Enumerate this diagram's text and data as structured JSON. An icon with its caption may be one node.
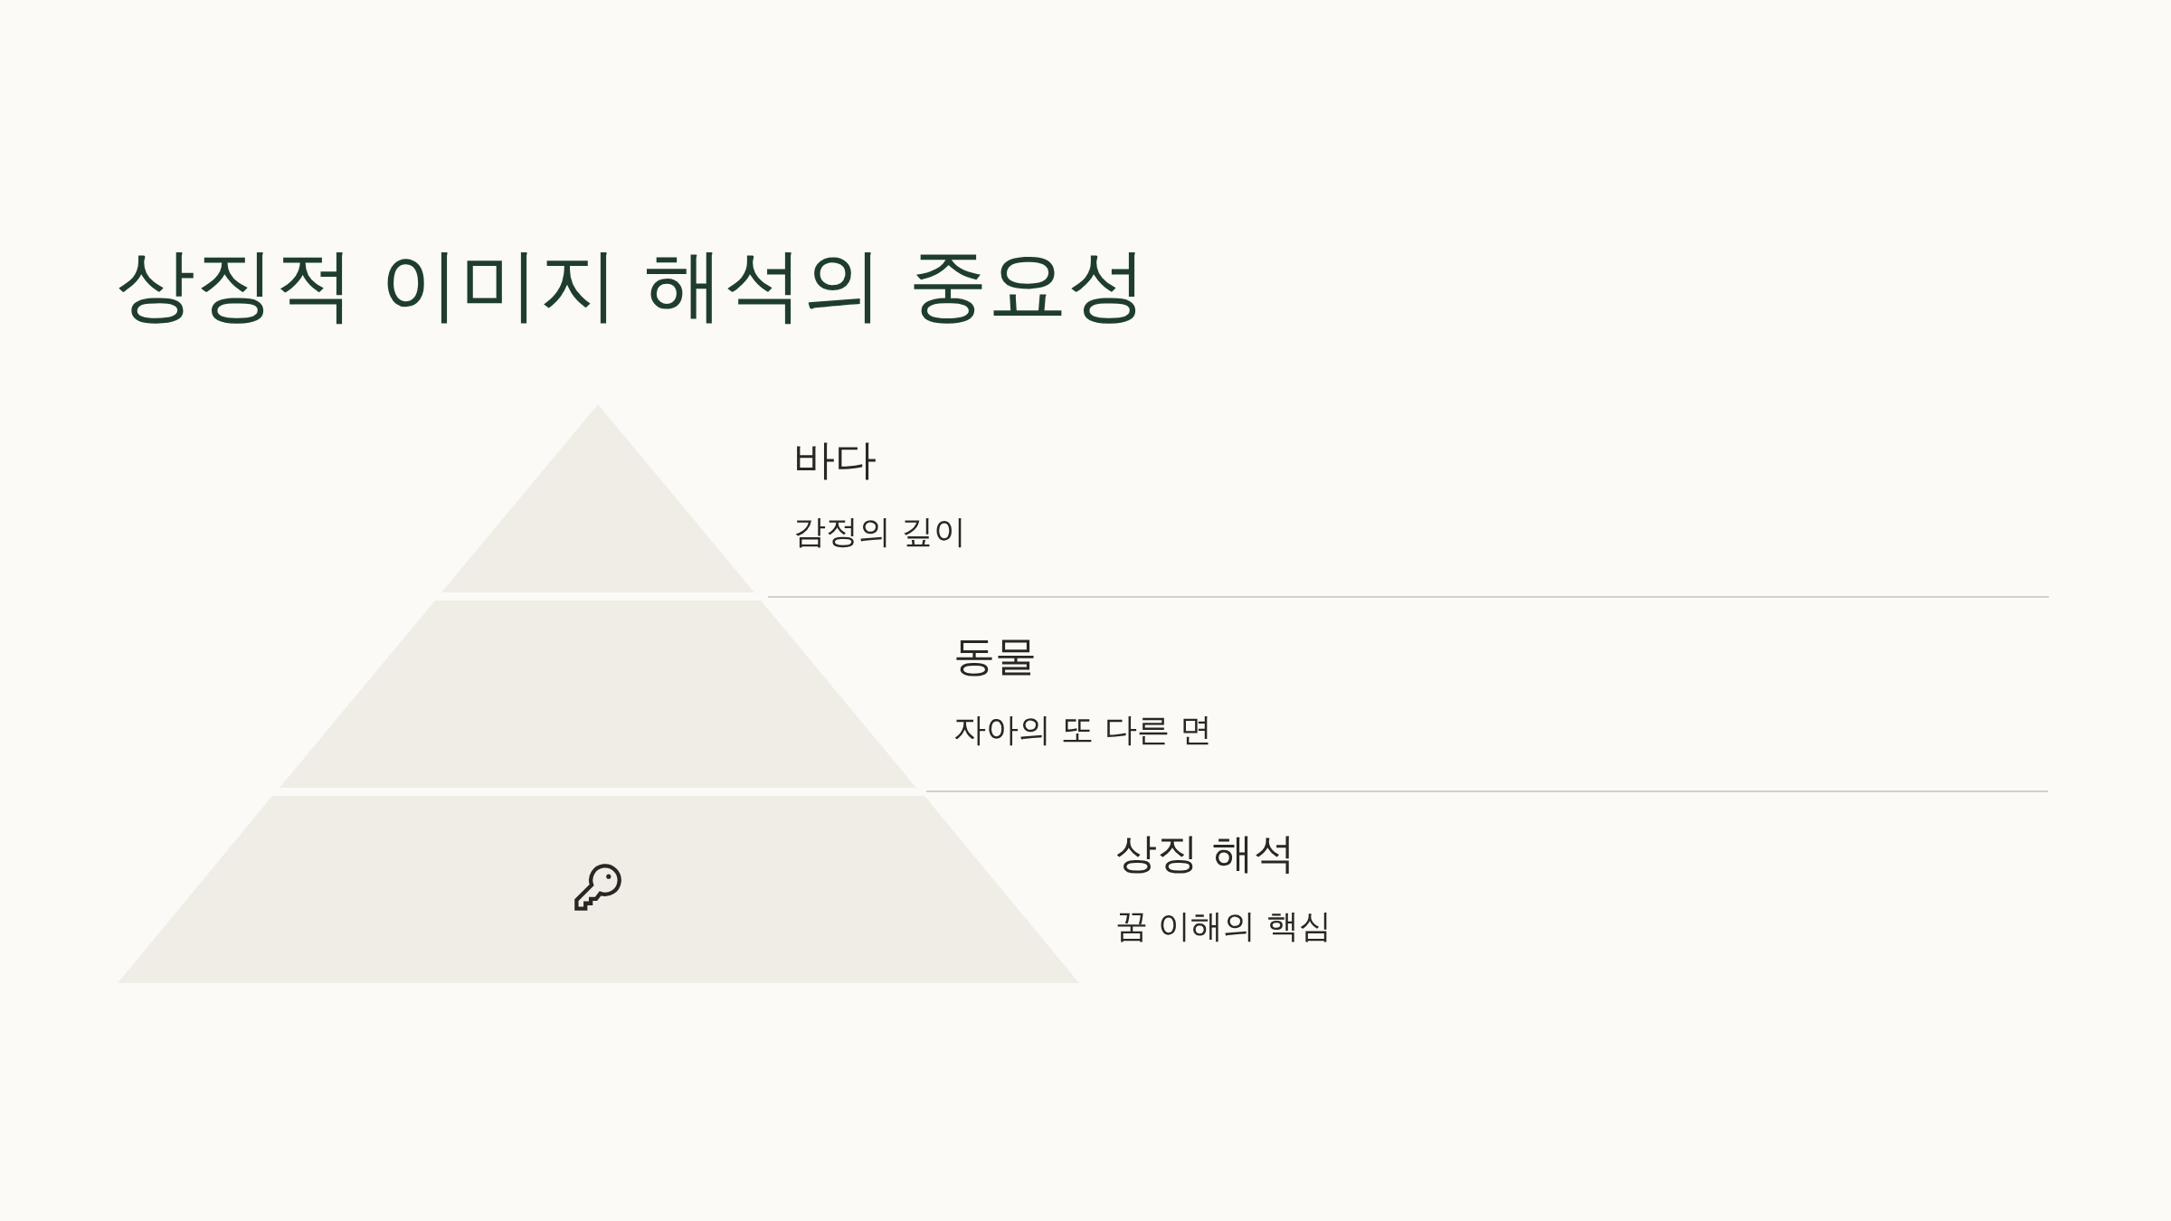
{
  "diagram": {
    "title": "상징적 이미지 해석의 중요성",
    "nodes": [
      {
        "text": [
          "바다",
          "감정의 깊이"
        ]
      },
      {
        "text": [
          "동물",
          "자아의 또 다른 면"
        ]
      },
      {
        "text": [
          "상징 해석",
          "꿈 이해의 핵심"
        ]
      }
    ]
  }
}
